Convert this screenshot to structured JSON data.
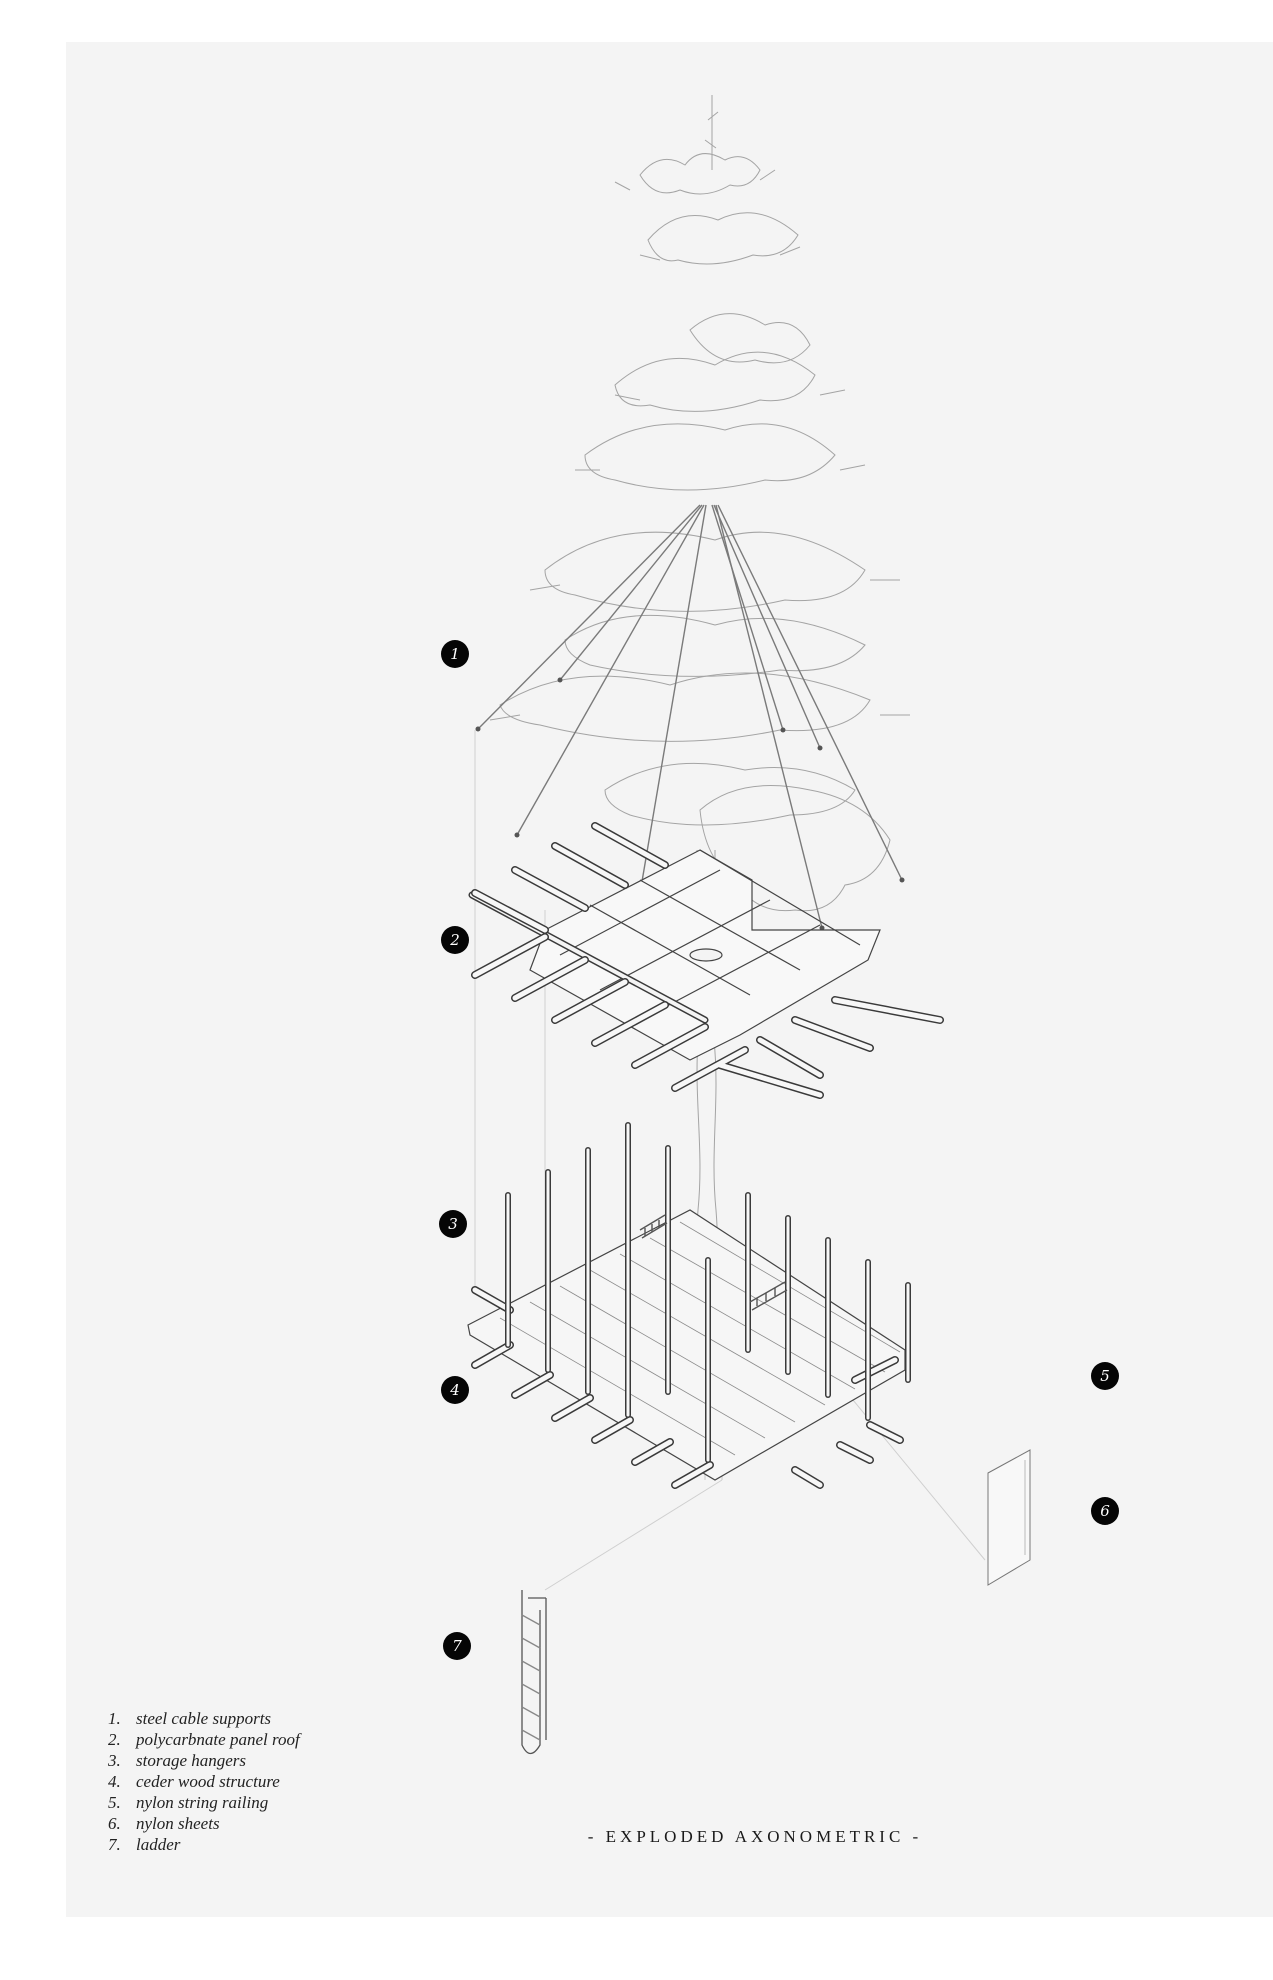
{
  "title": "- EXPLODED AXONOMETRIC -",
  "callouts": [
    "1",
    "2",
    "3",
    "4",
    "5",
    "6",
    "7"
  ],
  "legend": [
    {
      "num": "1.",
      "label": "steel cable supports"
    },
    {
      "num": "2.",
      "label": "polycarbnate panel roof"
    },
    {
      "num": "3.",
      "label": "storage hangers"
    },
    {
      "num": "4.",
      "label": "ceder wood structure"
    },
    {
      "num": "5.",
      "label": "nylon string railing"
    },
    {
      "num": "6.",
      "label": "nylon sheets"
    },
    {
      "num": "7.",
      "label": "ladder"
    }
  ],
  "colors": {
    "sheet": "#f4f4f4",
    "callout": "#050505",
    "line": "#555555",
    "tree": "#9a9a9a"
  }
}
